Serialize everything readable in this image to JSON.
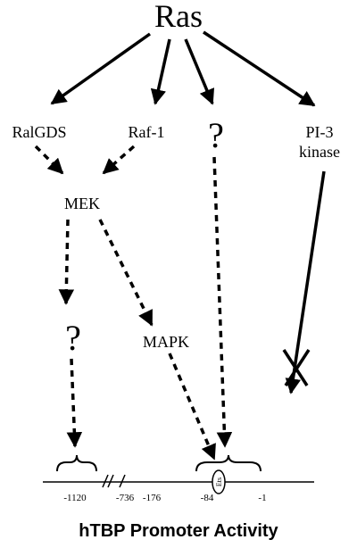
{
  "nodes": {
    "ras": "Ras",
    "ralgds": "RalGDS",
    "raf1": "Raf-1",
    "unknown_top": "?",
    "pi3_line1": "PI-3",
    "pi3_line2": "kinase",
    "mek": "MEK",
    "unknown_mid": "?",
    "mapk": "MAPK"
  },
  "promoter": {
    "positions": [
      "-1120",
      "-736",
      "-176",
      "-84",
      "-1"
    ],
    "ets_label": "Ets",
    "title": "hTBP Promoter Activity"
  }
}
